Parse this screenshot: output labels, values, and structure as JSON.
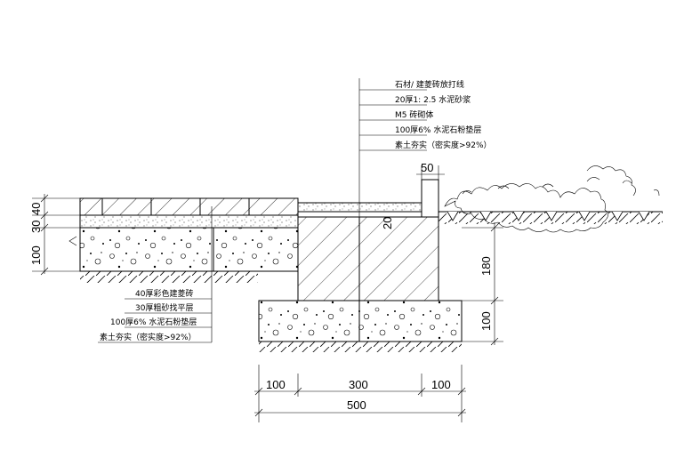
{
  "callout_right": {
    "items": [
      "石材/ 建菱砖放打线",
      "20厚1: 2.5 水泥砂浆",
      "M5 砖砌体",
      "100厚6% 水泥石粉垫层",
      "素土夯实（密实度>92%）"
    ]
  },
  "callout_left": {
    "items": [
      "40厚彩色建菱砖",
      "30厚粗砂找平层",
      "100厚6% 水泥石粉垫层",
      "素土夯实（密实度>92%）"
    ]
  },
  "dimensions": {
    "left_stack": [
      "30",
      "40",
      "100"
    ],
    "curb_gap": "50",
    "curb_top": "20",
    "right_stack": [
      "180",
      "100"
    ],
    "bottom_parts": [
      "100",
      "300",
      "100"
    ],
    "bottom_total": "500"
  }
}
